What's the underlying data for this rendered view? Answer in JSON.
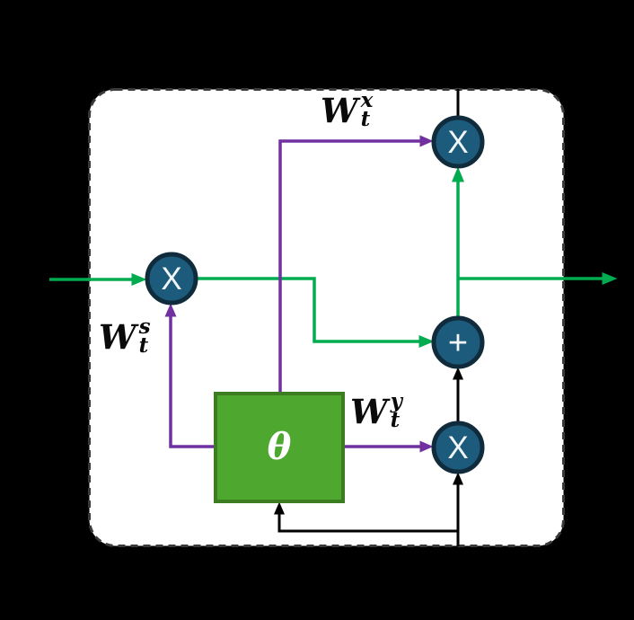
{
  "diagram_title": "recurrent-cell-weight-generation-diagram",
  "nodes": {
    "state_multiply": {
      "symbol": "X"
    },
    "top_multiply": {
      "symbol": "X"
    },
    "sum": {
      "symbol": "+"
    },
    "output_multiply": {
      "symbol": "X"
    },
    "theta": {
      "symbol": "θ"
    }
  },
  "labels": {
    "weight_x": {
      "base": "W",
      "sup": "x",
      "sub": "t"
    },
    "weight_s": {
      "base": "W",
      "sup": "s",
      "sub": "t"
    },
    "weight_y": {
      "base": "W",
      "sup": "y",
      "sub": "t"
    }
  },
  "colors": {
    "background": "#000000",
    "cell_fill": "#FFFFFF",
    "cell_border": "#3A3A3A",
    "node_fill": "#1D5B7C",
    "node_stroke": "#102C3C",
    "theta_fill": "#4EA72E",
    "theta_stroke": "#3C7D22",
    "signal_green": "#00AC4F",
    "weight_purple": "#7030A0",
    "input_black": "#000000"
  }
}
